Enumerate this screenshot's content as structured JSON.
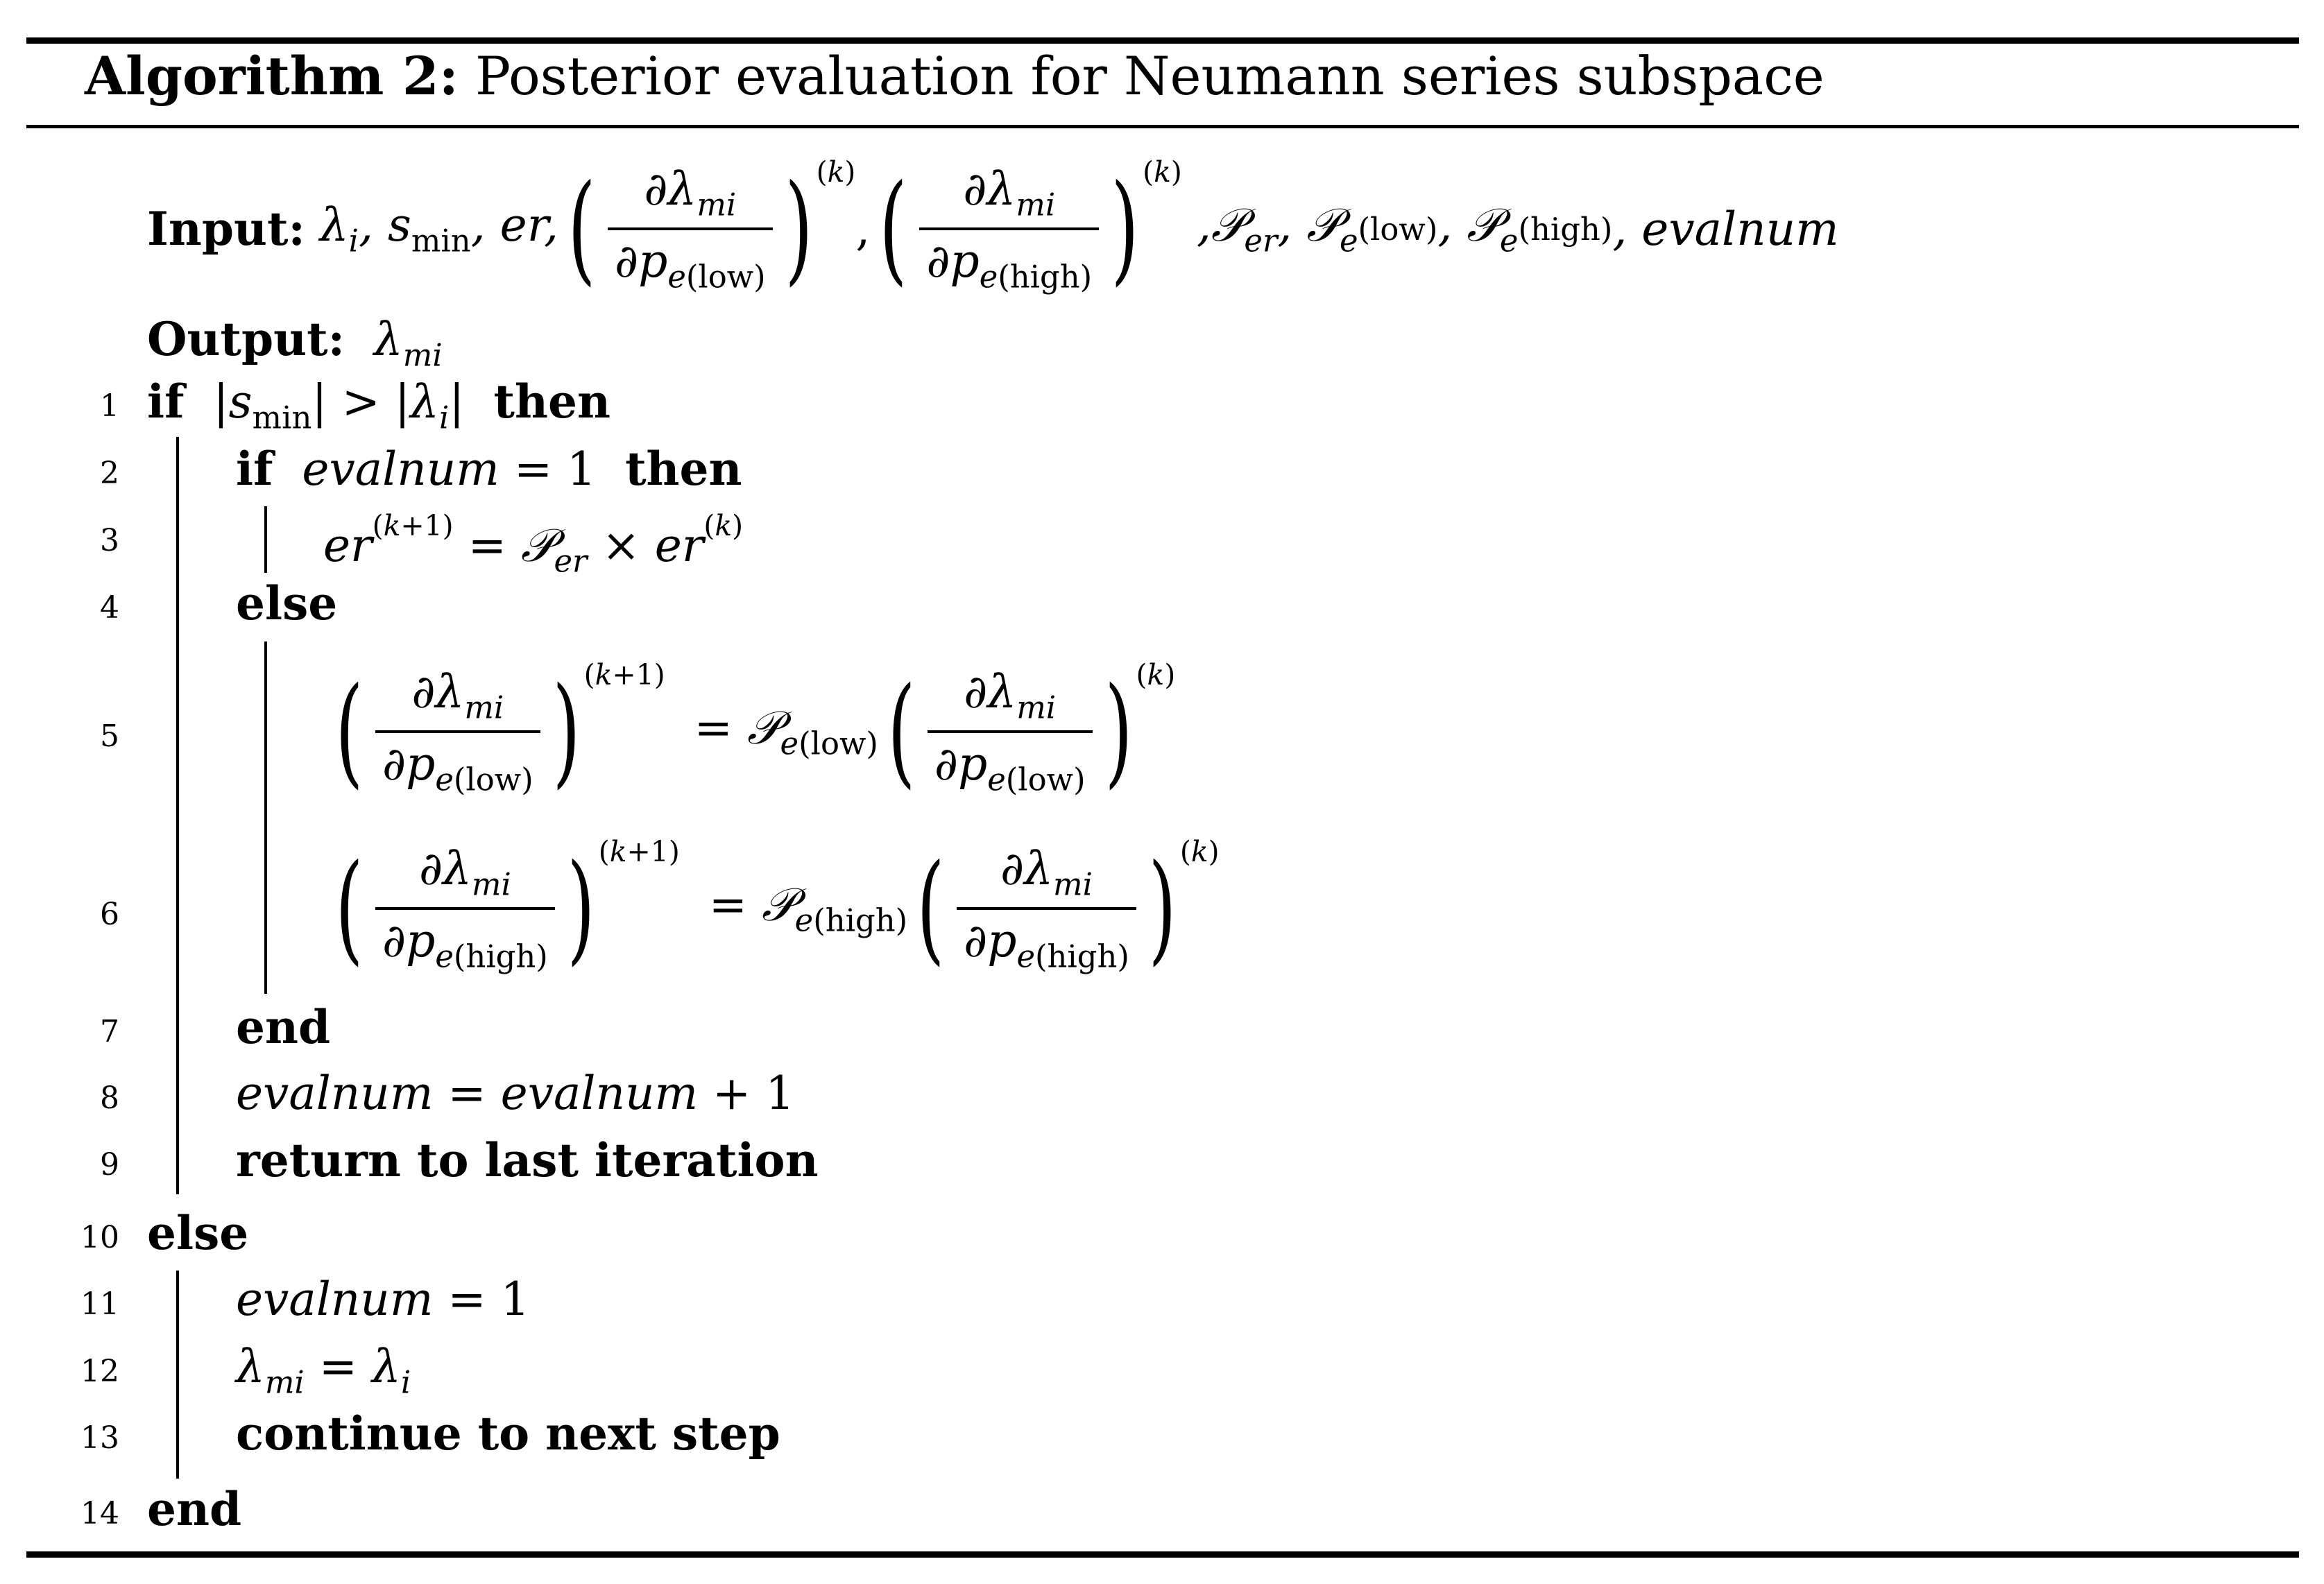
{
  "algorithm": {
    "label": "Algorithm 2:",
    "title": "Posterior evaluation for Neumann series subspace"
  },
  "input_label": "Input:",
  "output_label": "Output:",
  "keywords": {
    "if": "if",
    "then": "then",
    "else": "else",
    "end": "end",
    "return": "return to last iteration",
    "continue": "continue to next step"
  },
  "line_numbers": [
    "1",
    "2",
    "3",
    "4",
    "5",
    "6",
    "7",
    "8",
    "9",
    "10",
    "11",
    "12",
    "13",
    "14"
  ]
}
